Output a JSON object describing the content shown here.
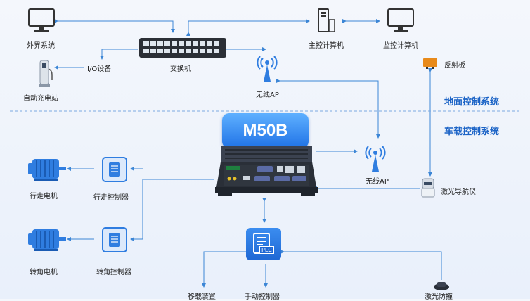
{
  "sections": {
    "ground": "地面控制系统",
    "vehicle": "车载控制系统"
  },
  "controller": {
    "model": "M50B"
  },
  "nodes": {
    "external_system": "外界系统",
    "switch": "交换机",
    "io_device": "I/O设备",
    "charging_station": "自动充电站",
    "wireless_ap_ground": "无线AP",
    "master_computer": "主控计算机",
    "monitor_computer": "监控计算机",
    "reflector": "反射板",
    "wireless_ap_vehicle": "无线AP",
    "laser_nav": "激光导航仪",
    "drive_motor": "行走电机",
    "drive_controller": "行走控制器",
    "steer_motor": "转角电机",
    "steer_controller": "转角控制器",
    "plc": "PLC",
    "lift_device": "移载装置",
    "manual_controller": "手动控制器",
    "laser_avoid": "激光防撞"
  },
  "colors": {
    "accent": "#1b63c6",
    "line": "#3c86d6",
    "icon": "#2f7de0"
  }
}
